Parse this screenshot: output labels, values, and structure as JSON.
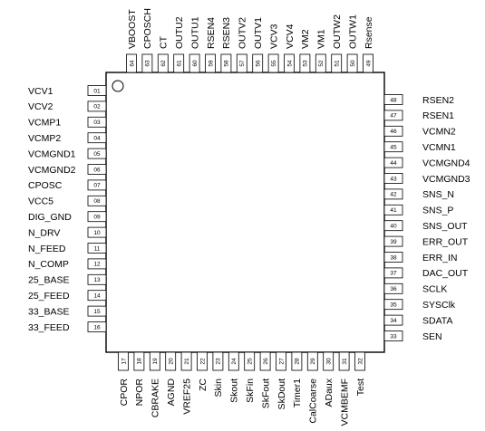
{
  "chip": {
    "left_pins": [
      {
        "num": "01",
        "name": "VCV1"
      },
      {
        "num": "02",
        "name": "VCV2"
      },
      {
        "num": "03",
        "name": "VCMP1"
      },
      {
        "num": "04",
        "name": "VCMP2"
      },
      {
        "num": "05",
        "name": "VCMGND1"
      },
      {
        "num": "06",
        "name": "VCMGND2"
      },
      {
        "num": "07",
        "name": "CPOSC"
      },
      {
        "num": "08",
        "name": "VCC5"
      },
      {
        "num": "09",
        "name": "DIG_GND"
      },
      {
        "num": "10",
        "name": "N_DRV"
      },
      {
        "num": "11",
        "name": "N_FEED"
      },
      {
        "num": "12",
        "name": "N_COMP"
      },
      {
        "num": "13",
        "name": "25_BASE"
      },
      {
        "num": "14",
        "name": "25_FEED"
      },
      {
        "num": "15",
        "name": "33_BASE"
      },
      {
        "num": "16",
        "name": "33_FEED"
      }
    ],
    "bottom_pins": [
      {
        "num": "17",
        "name": "CPOR"
      },
      {
        "num": "18",
        "name": "NPOR"
      },
      {
        "num": "19",
        "name": "CBRAKE"
      },
      {
        "num": "20",
        "name": "AGND"
      },
      {
        "num": "21",
        "name": "VREF25"
      },
      {
        "num": "22",
        "name": "ZC"
      },
      {
        "num": "23",
        "name": "Skin"
      },
      {
        "num": "24",
        "name": "Skout"
      },
      {
        "num": "25",
        "name": "SkFin"
      },
      {
        "num": "26",
        "name": "SkFout"
      },
      {
        "num": "27",
        "name": "SkDout"
      },
      {
        "num": "28",
        "name": "Timer1"
      },
      {
        "num": "29",
        "name": "CalCoarse"
      },
      {
        "num": "30",
        "name": "ADaux"
      },
      {
        "num": "31",
        "name": "VCMBEMF"
      },
      {
        "num": "32",
        "name": "Test"
      }
    ],
    "right_pins": [
      {
        "num": "33",
        "name": "SEN"
      },
      {
        "num": "34",
        "name": "SDATA"
      },
      {
        "num": "35",
        "name": "SYSClk"
      },
      {
        "num": "36",
        "name": "SCLK"
      },
      {
        "num": "37",
        "name": "DAC_OUT"
      },
      {
        "num": "38",
        "name": "ERR_IN"
      },
      {
        "num": "39",
        "name": "ERR_OUT"
      },
      {
        "num": "40",
        "name": "SNS_OUT"
      },
      {
        "num": "41",
        "name": "SNS_P"
      },
      {
        "num": "42",
        "name": "SNS_N"
      },
      {
        "num": "43",
        "name": "VCMGND3"
      },
      {
        "num": "44",
        "name": "VCMGND4"
      },
      {
        "num": "45",
        "name": "VCMN1"
      },
      {
        "num": "46",
        "name": "VCMN2"
      },
      {
        "num": "47",
        "name": "RSEN1"
      },
      {
        "num": "48",
        "name": "RSEN2"
      }
    ],
    "top_pins": [
      {
        "num": "49",
        "name": "Rsense"
      },
      {
        "num": "50",
        "name": "OUTW1"
      },
      {
        "num": "51",
        "name": "OUTW2"
      },
      {
        "num": "52",
        "name": "VM1"
      },
      {
        "num": "53",
        "name": "VM2"
      },
      {
        "num": "54",
        "name": "VCV4"
      },
      {
        "num": "55",
        "name": "VCV3"
      },
      {
        "num": "56",
        "name": "OUTV1"
      },
      {
        "num": "57",
        "name": "OUTV2"
      },
      {
        "num": "58",
        "name": "RSEN3"
      },
      {
        "num": "59",
        "name": "RSEN4"
      },
      {
        "num": "60",
        "name": "OUTU1"
      },
      {
        "num": "61",
        "name": "OUTU2"
      },
      {
        "num": "62",
        "name": "CT"
      },
      {
        "num": "63",
        "name": "CPOSCH"
      },
      {
        "num": "64",
        "name": "VBOOST"
      }
    ]
  }
}
